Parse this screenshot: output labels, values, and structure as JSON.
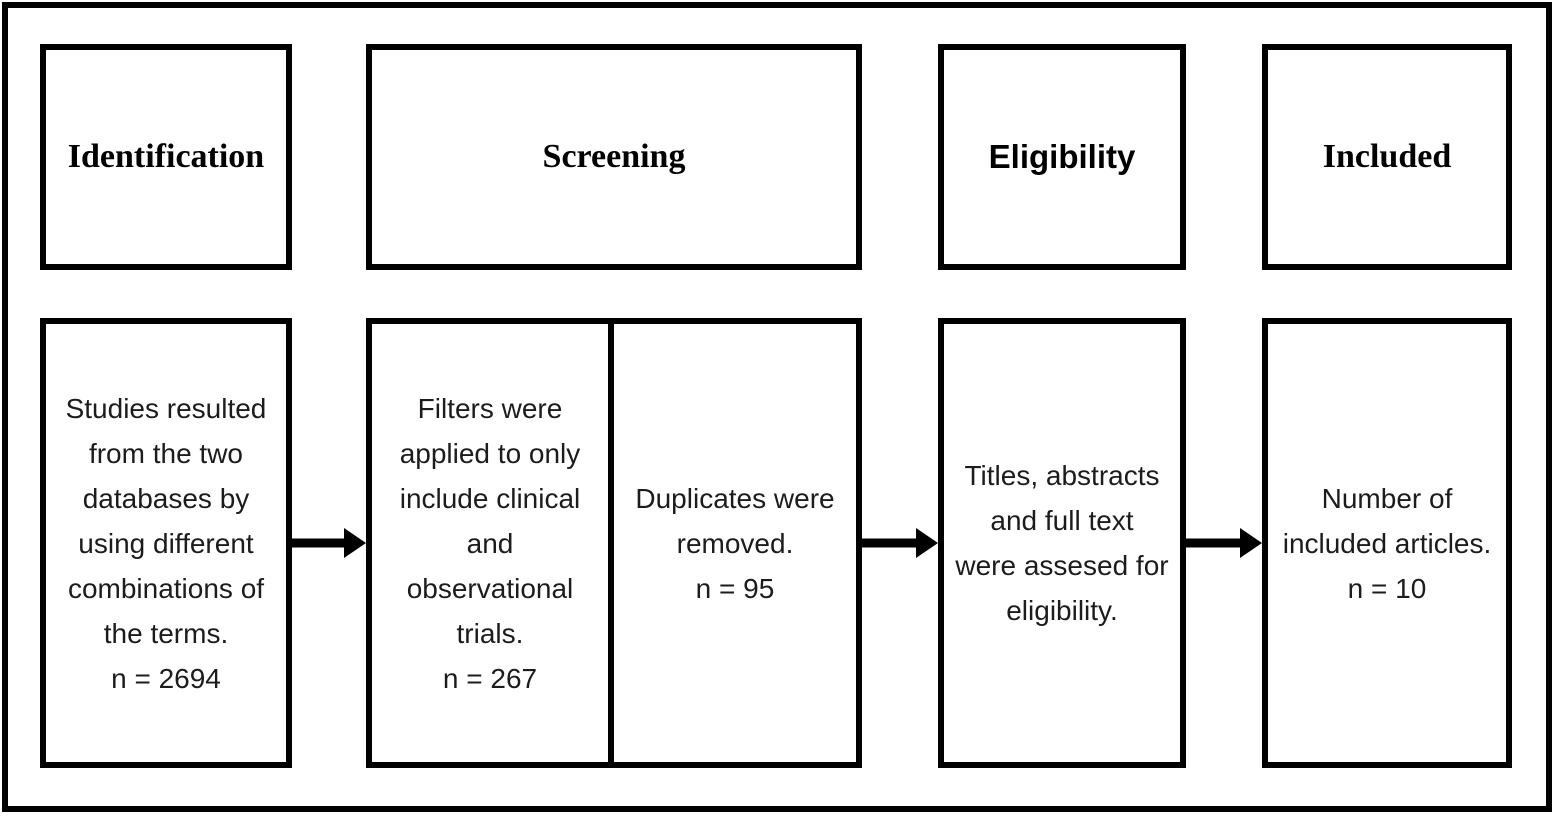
{
  "diagram": {
    "headers": [
      {
        "label": "Identification"
      },
      {
        "label": "Screening"
      },
      {
        "label": "Eligibility"
      },
      {
        "label": "Included"
      }
    ],
    "boxes": {
      "identification_studies": {
        "lines": [
          "Studies resulted",
          "from the two",
          "databases by",
          "using different",
          "combinations of",
          "the terms.",
          "n = 2694"
        ],
        "count": "n = 2694"
      },
      "screening_filters": {
        "lines": [
          "Filters were",
          "applied to only",
          "include clinical",
          "and",
          "observational",
          "trials.",
          "n = 267"
        ],
        "count": "n = 267"
      },
      "screening_duplicates": {
        "lines": [
          "Duplicates were",
          "removed.",
          "n = 95"
        ],
        "count": "n = 95"
      },
      "eligibility_assessment": {
        "lines": [
          "Titles, abstracts",
          "and full text",
          "were assesed for",
          "eligibility."
        ]
      },
      "included_articles": {
        "lines": [
          "Number of",
          "included articles.",
          "n = 10"
        ],
        "count": "n = 10"
      }
    },
    "colors": {
      "border": "#000000",
      "text": "#1c1c1c",
      "background": "#ffffff"
    }
  }
}
